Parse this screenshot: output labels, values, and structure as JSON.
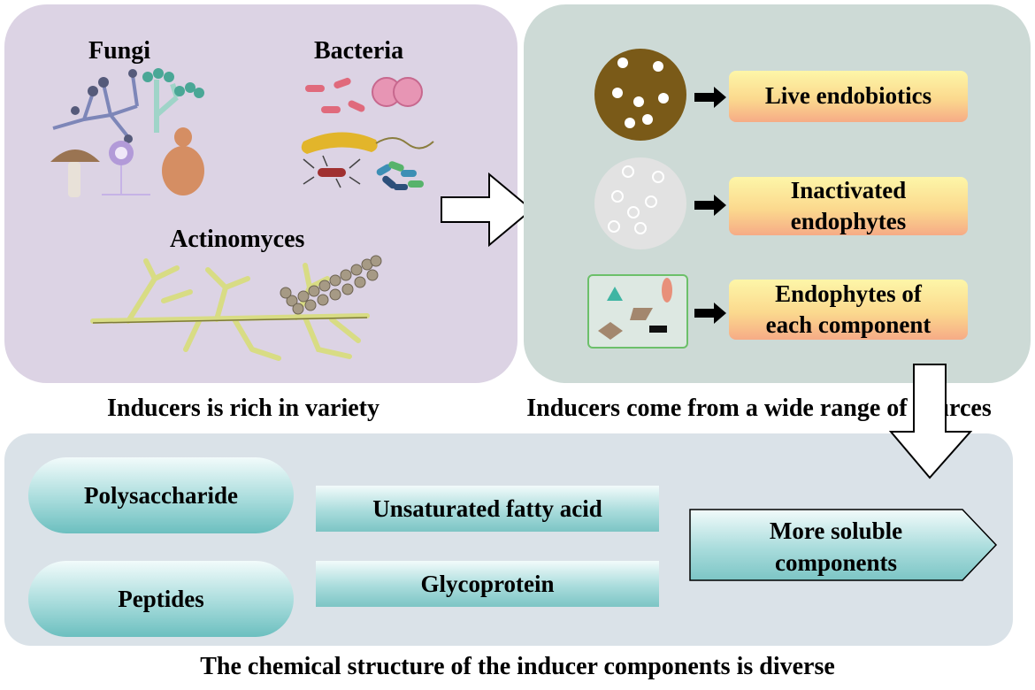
{
  "left_panel": {
    "fungi_label": "Fungi",
    "bacteria_label": "Bacteria",
    "actinomyces_label": "Actinomyces",
    "caption": "Inducers is rich in variety"
  },
  "right_panel": {
    "items": [
      {
        "label_lines": [
          "Live endobiotics"
        ]
      },
      {
        "label_lines": [
          "Inactivated",
          "endophytes"
        ]
      },
      {
        "label_lines": [
          "Endophytes of",
          "each component"
        ]
      }
    ],
    "caption": "Inducers come from a wide range of sources"
  },
  "bottom_panel": {
    "pills": [
      "Polysaccharide",
      "Peptides"
    ],
    "bars": [
      "Unsaturated fatty acid",
      "Glycoprotein"
    ],
    "arrow_label_lines": [
      "More soluble",
      "components"
    ],
    "caption": "The chemical structure of the inducer components is diverse"
  },
  "colors": {
    "left_panel_bg": "#dcd3e4",
    "right_panel_bg": "#cddad6",
    "bottom_panel_bg": "#dae2e8",
    "live_cell": "#7a5a18",
    "inactive_cell": "#e2e2e2"
  },
  "icons": [
    "fungi-illustration",
    "bacteria-illustration",
    "actinomyces-illustration",
    "big-right-arrow",
    "big-down-arrow",
    "small-black-arrow"
  ]
}
